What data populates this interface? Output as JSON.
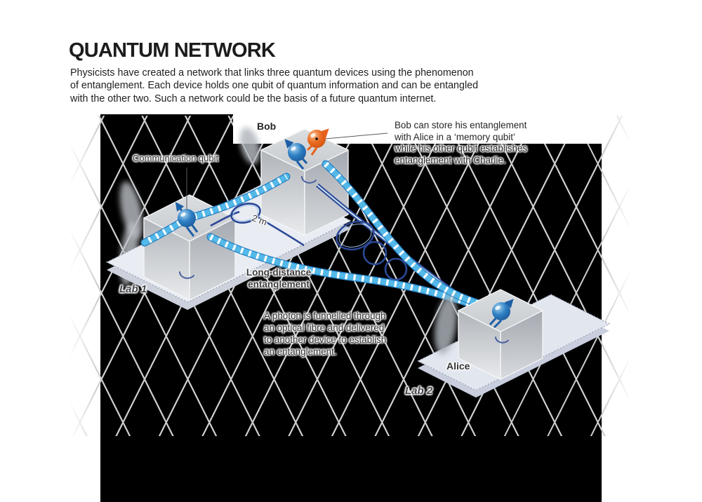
{
  "title": "QUANTUM NETWORK",
  "intro": {
    "line1": "Physicists have created a network that links three quantum devices using the phenomenon",
    "line2": "of entanglement. Each device holds one qubit of quantum information and can be entangled",
    "line3": "with the other two. Such a network could be the basis of a future quantum internet."
  },
  "labels": {
    "bob": "Bob",
    "alice": "Alice",
    "lab1": "Lab 1",
    "lab2": "Lab 2",
    "communication_qubit": "Communication qubit",
    "fibre_length": "2 m",
    "long_distance": {
      "line1": "Long-distance",
      "line2": "entanglement"
    }
  },
  "annotations": {
    "memory_qubit": {
      "line1": "Bob can store his entanglement",
      "line2": "with Alice in a ‘memory qubit’",
      "line3": "while his other qubit establishes",
      "line4": "entanglement with Charlie."
    },
    "photon": {
      "line1": "A photon is funnelled through",
      "line2": "an optical fibre and delivered",
      "line3": "to another device to establish",
      "line4": "an entanglement."
    }
  },
  "icons": {
    "qubit_blue": "blue-spin-qubit-sphere",
    "qubit_orange": "orange-spin-qubit-sphere",
    "helix": "entanglement-helix-rope",
    "fibre": "optical-fibre-coil"
  },
  "colors": {
    "background_void": "#000000",
    "grid_gray": "#c8cacc",
    "qubit_blue": "#1f6fb8",
    "qubit_orange": "#e8611d",
    "helix_blue": "#54b9e8",
    "fibre_navy": "#2b4896",
    "box_gray": "#c8cbcf",
    "platform_gray": "#e9ecf2"
  }
}
